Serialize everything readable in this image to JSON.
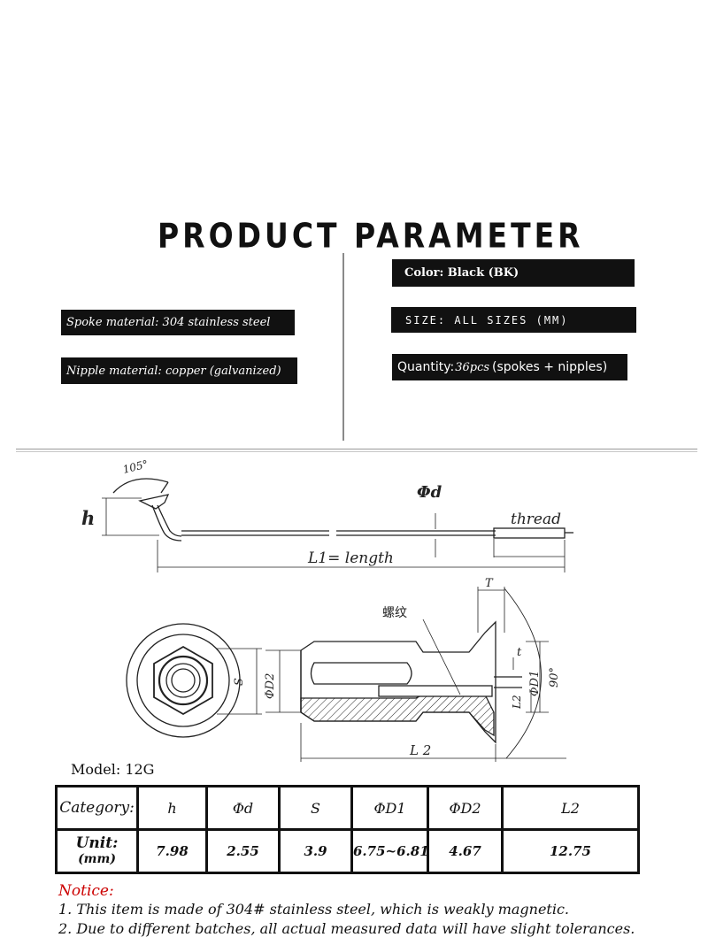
{
  "header": {
    "title": "PRODUCT PARAMETER"
  },
  "left_specs": [
    {
      "text": "Spoke material: 304 stainless steel"
    },
    {
      "text": "Nipple material: copper (galvanized)"
    }
  ],
  "right_specs": {
    "color": "Color: Black (BK)",
    "size": "SIZE: ALL SIZES (MM)",
    "quantity_prefix": "Quantity:",
    "quantity_number": "36pcs",
    "quantity_suffix": "(spokes + nipples)"
  },
  "diagram": {
    "angle_label": "105°",
    "h_label": "h",
    "d_label": "Φd",
    "thread_label": "thread",
    "length_label": "L1= length",
    "thread_cn_label": "螺纹",
    "T_label": "T",
    "t_label": "t",
    "S_label": "S",
    "D2_label": "ΦD2",
    "D1_label": "ΦD1",
    "deg_label": "90°",
    "L2_side_label": "L2",
    "L2_bottom_label": "L 2"
  },
  "model": "Model: 12G",
  "table": {
    "row1_label": "Category:",
    "headers": [
      "h",
      "Φd",
      "S",
      "ΦD1",
      "ΦD2",
      "L2"
    ],
    "row2_label_line1": "Unit:",
    "row2_label_line2": "(mm)",
    "values": [
      "7.98",
      "2.55",
      "3.9",
      "6.75~6.81",
      "4.67",
      "12.75"
    ]
  },
  "notice": {
    "title": "Notice:",
    "line1": "1. This item is made of 304# stainless steel, which is weakly magnetic.",
    "line2": "2. Due to different batches, all actual measured data will have slight tolerances."
  }
}
